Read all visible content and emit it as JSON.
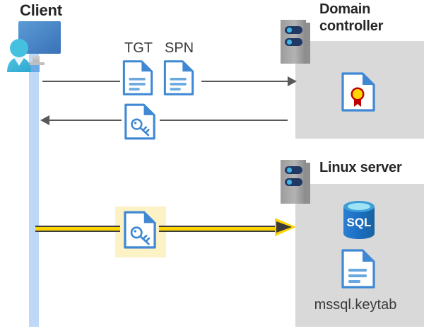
{
  "diagram": {
    "title": "Kerberos authentication flow between client, domain controller and Linux SQL Server",
    "background": "#ffffff",
    "colors": {
      "lifeline": "#bed8f7",
      "server_box": "#d9d9d9",
      "server_tower": "#a6a6a6",
      "server_bar": "#1f3864",
      "server_bar_dot": "#41b6e6",
      "line": "#595959",
      "highlight_fill": "#ffd400",
      "highlight_box": "#fdf1c6",
      "doc_blue": "#3f88d4",
      "doc_fold": "#2a6fc4",
      "text_dark": "#262626",
      "text_gray": "#3b3b3b",
      "cert_seal": "#ffd700",
      "cert_ribbon": "#c00000",
      "sql_blue": "#1b6ec2",
      "sql_top": "#50c4ea"
    }
  },
  "client": {
    "title": "Client",
    "icon_name": "client-user-monitor-icon"
  },
  "domain_controller": {
    "title": "Domain controller",
    "title_line1": "Domain",
    "title_line2": "controller",
    "server_icon_name": "server-tower-icon",
    "content_icon_name": "certificate-document-icon"
  },
  "linux_server": {
    "title": "Linux server",
    "server_icon_name": "server-tower-icon",
    "database_icon_name": "sql-database-icon",
    "keytab_icon_name": "keytab-document-icon",
    "keytab_label": "mssql.keytab"
  },
  "flows": [
    {
      "id": "request",
      "direction": "client-to-domain-controller",
      "style": "thin-gray-arrow",
      "labels": [
        "TGT",
        "SPN"
      ],
      "icons": [
        "tgt-document-icon",
        "spn-document-icon"
      ]
    },
    {
      "id": "response",
      "direction": "domain-controller-to-client",
      "style": "thin-gray-arrow",
      "labels": [],
      "icons": [
        "service-ticket-key-document-icon"
      ]
    },
    {
      "id": "service-ticket-presentation",
      "direction": "client-to-linux-server",
      "style": "thick-yellow-highlighted-arrow",
      "labels": [],
      "icons": [
        "service-ticket-key-document-icon"
      ],
      "highlighted": true
    }
  ],
  "labels": {
    "tgt": "TGT",
    "spn": "SPN"
  }
}
